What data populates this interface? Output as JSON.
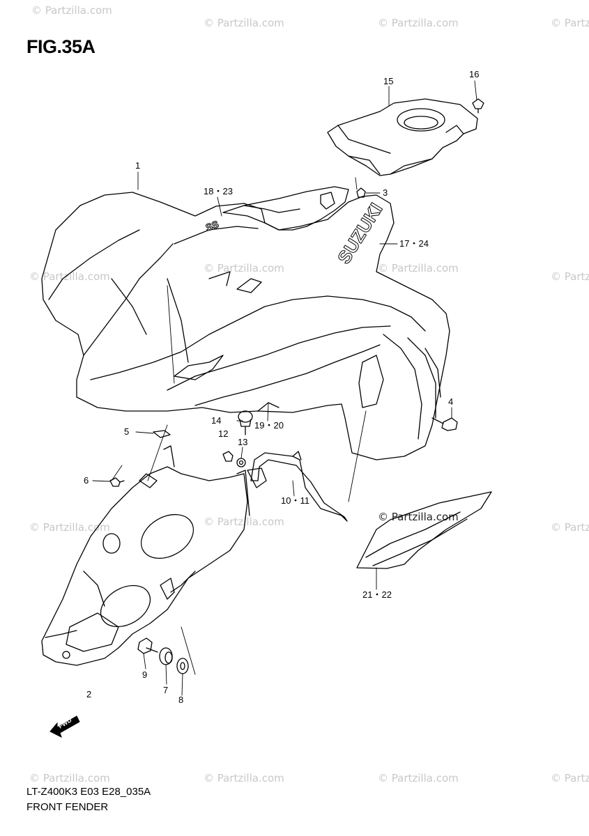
{
  "figure": {
    "title": "FIG.35A",
    "model_code": "LT-Z400K3 E03 E28_035A",
    "part_group": "FRONT FENDER",
    "forward_marker": "FWD"
  },
  "decals": {
    "brand": "SUZUKI",
    "logo": "SS"
  },
  "watermark": "© Partzilla.com",
  "callouts": [
    {
      "id": "1",
      "label": "1"
    },
    {
      "id": "2",
      "label": "2"
    },
    {
      "id": "3",
      "label": "3"
    },
    {
      "id": "4",
      "label": "4"
    },
    {
      "id": "5",
      "label": "5"
    },
    {
      "id": "6",
      "label": "6"
    },
    {
      "id": "7",
      "label": "7"
    },
    {
      "id": "8",
      "label": "8"
    },
    {
      "id": "9",
      "label": "9"
    },
    {
      "id": "10-11",
      "label": "10・11"
    },
    {
      "id": "12",
      "label": "12"
    },
    {
      "id": "13",
      "label": "13"
    },
    {
      "id": "14",
      "label": "14"
    },
    {
      "id": "15",
      "label": "15"
    },
    {
      "id": "16",
      "label": "16"
    },
    {
      "id": "17-24",
      "label": "17・24"
    },
    {
      "id": "18-23",
      "label": "18・23"
    },
    {
      "id": "19-20",
      "label": "19・20"
    },
    {
      "id": "21-22",
      "label": "21・22"
    }
  ]
}
